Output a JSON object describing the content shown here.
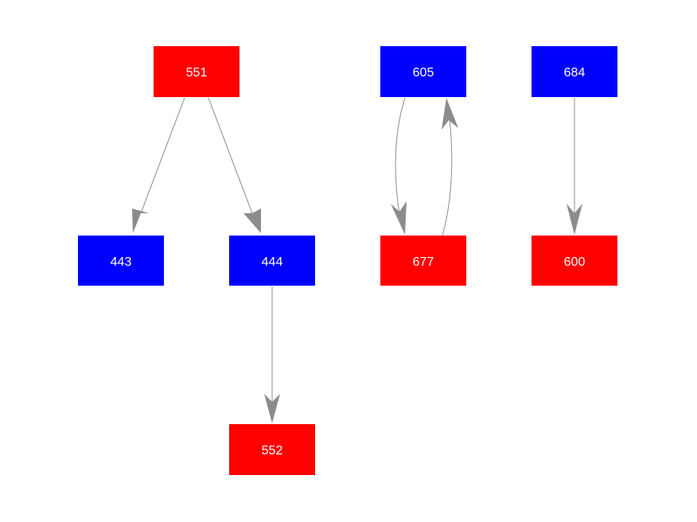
{
  "colors": {
    "red_node": "#ff0000",
    "blue_node": "#0000ff",
    "edge": "#8c8c8c",
    "label": "#ffffff"
  },
  "nodes": [
    {
      "id": "551",
      "label": "551",
      "color": "red"
    },
    {
      "id": "605",
      "label": "605",
      "color": "blue"
    },
    {
      "id": "684",
      "label": "684",
      "color": "blue"
    },
    {
      "id": "443",
      "label": "443",
      "color": "blue"
    },
    {
      "id": "444",
      "label": "444",
      "color": "blue"
    },
    {
      "id": "677",
      "label": "677",
      "color": "red"
    },
    {
      "id": "600",
      "label": "600",
      "color": "red"
    },
    {
      "id": "552",
      "label": "552",
      "color": "red"
    }
  ],
  "edges": [
    {
      "from": "551",
      "to": "443"
    },
    {
      "from": "551",
      "to": "444"
    },
    {
      "from": "444",
      "to": "552"
    },
    {
      "from": "605",
      "to": "677"
    },
    {
      "from": "677",
      "to": "605"
    },
    {
      "from": "684",
      "to": "600"
    }
  ]
}
